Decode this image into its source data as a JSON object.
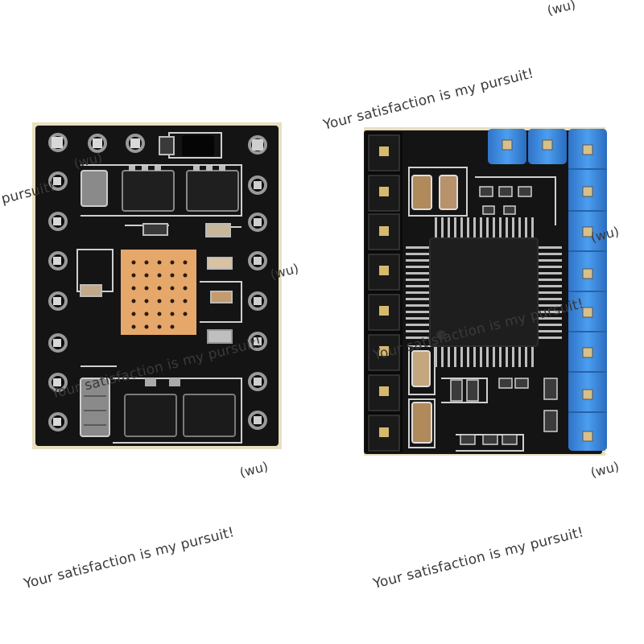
{
  "watermark": {
    "slogan": "Your satisfaction is my pursuit!",
    "slogan_fragment": "pursuit!",
    "tag": "(wu)"
  },
  "boards": [
    {
      "name": "stepper driver board, bottom view",
      "feature": "gold thermal pad"
    },
    {
      "name": "stepper driver board, top view",
      "feature": "blue pin headers and QFP chip"
    }
  ],
  "colors": {
    "pcb": "#141414",
    "pcb_edge": "#e9dfc0",
    "pad_ring": "#b0b0b0",
    "thermal_pad": "#e6a86a",
    "header_blue": "#3f8fe0",
    "silk": "#d9d9d9",
    "background": "#ffffff"
  }
}
